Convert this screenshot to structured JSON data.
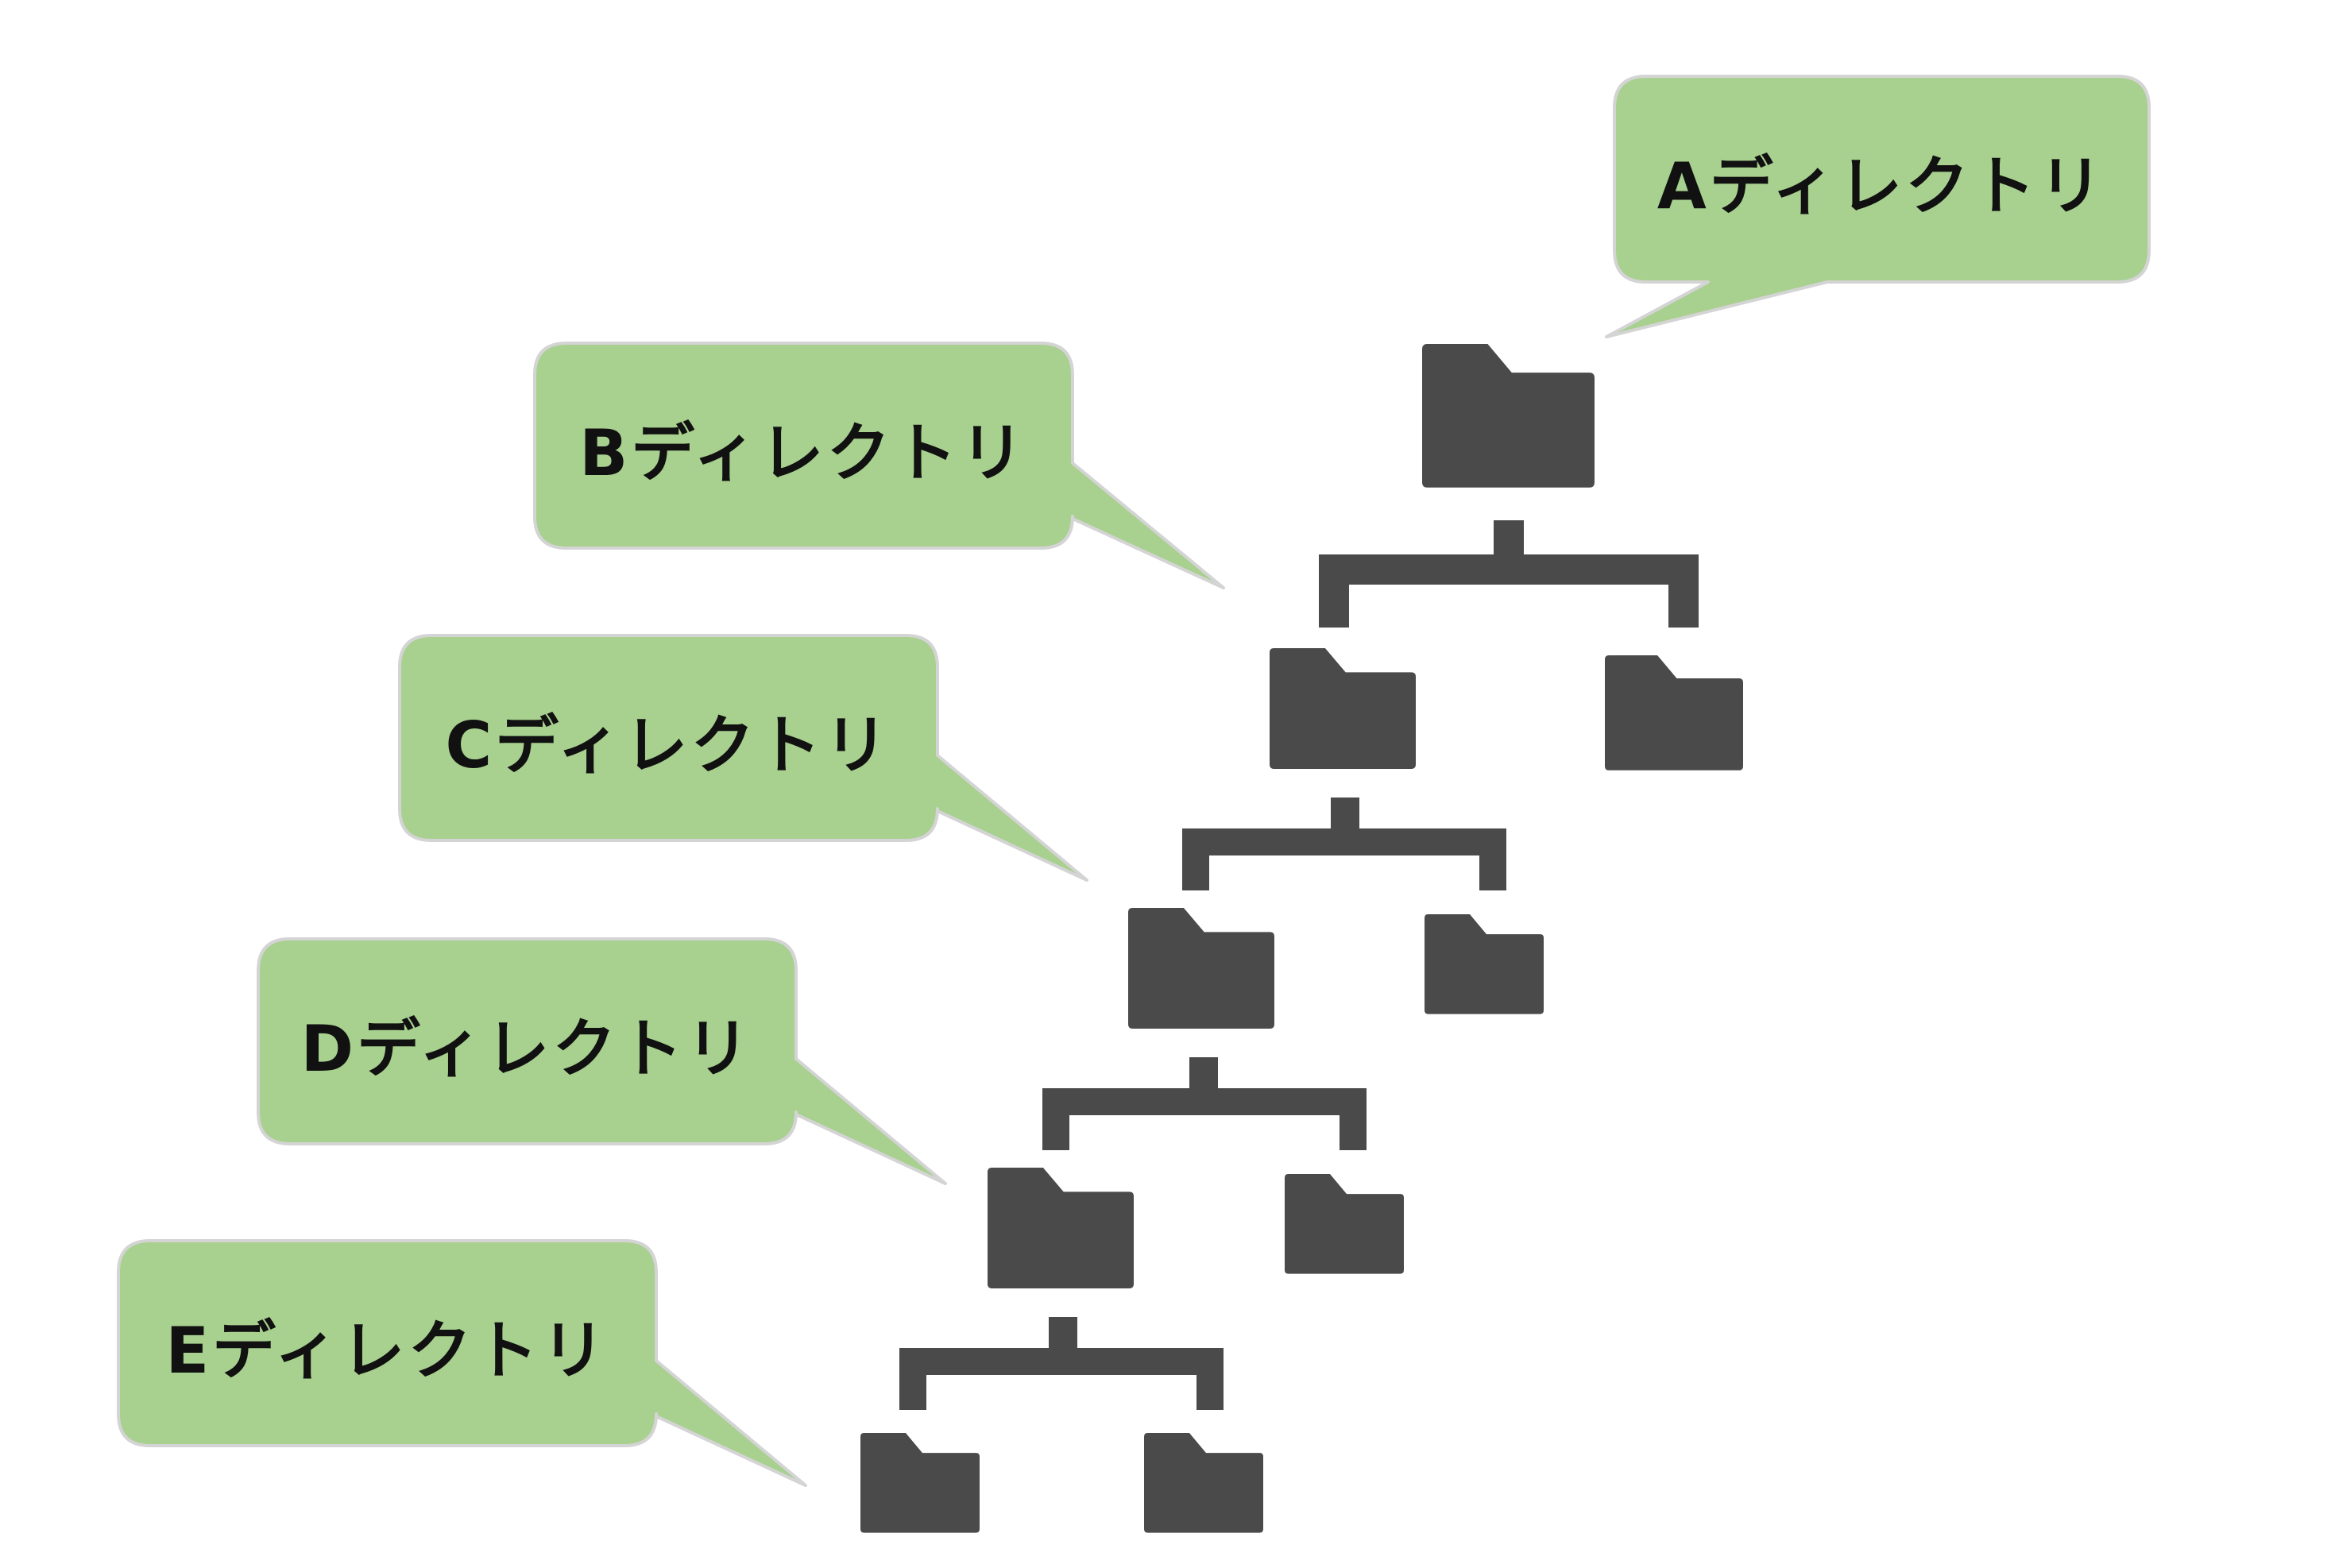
{
  "colors": {
    "background": "#ffffff",
    "folder": "#4a4a4a",
    "connector": "#4a4a4a",
    "callout_fill": "#a8d08f",
    "callout_stroke": "#d4d4d4",
    "callout_text": "#111111"
  },
  "icons": {
    "folder": "folder-icon"
  },
  "directories": [
    {
      "id": "a",
      "label": "Aディレクトリ"
    },
    {
      "id": "b",
      "label": "Bディレクトリ"
    },
    {
      "id": "c",
      "label": "Cディレクトリ"
    },
    {
      "id": "d",
      "label": "Dディレクトリ"
    },
    {
      "id": "e",
      "label": "Eディレクトリ"
    }
  ]
}
